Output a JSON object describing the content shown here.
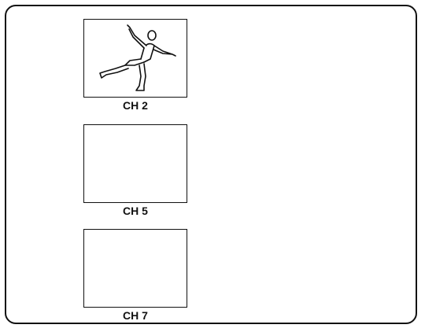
{
  "channels": [
    {
      "label": "CH 2",
      "content": "skater-figure"
    },
    {
      "label": "CH 5",
      "content": "empty"
    },
    {
      "label": "CH 7",
      "content": "empty"
    }
  ]
}
